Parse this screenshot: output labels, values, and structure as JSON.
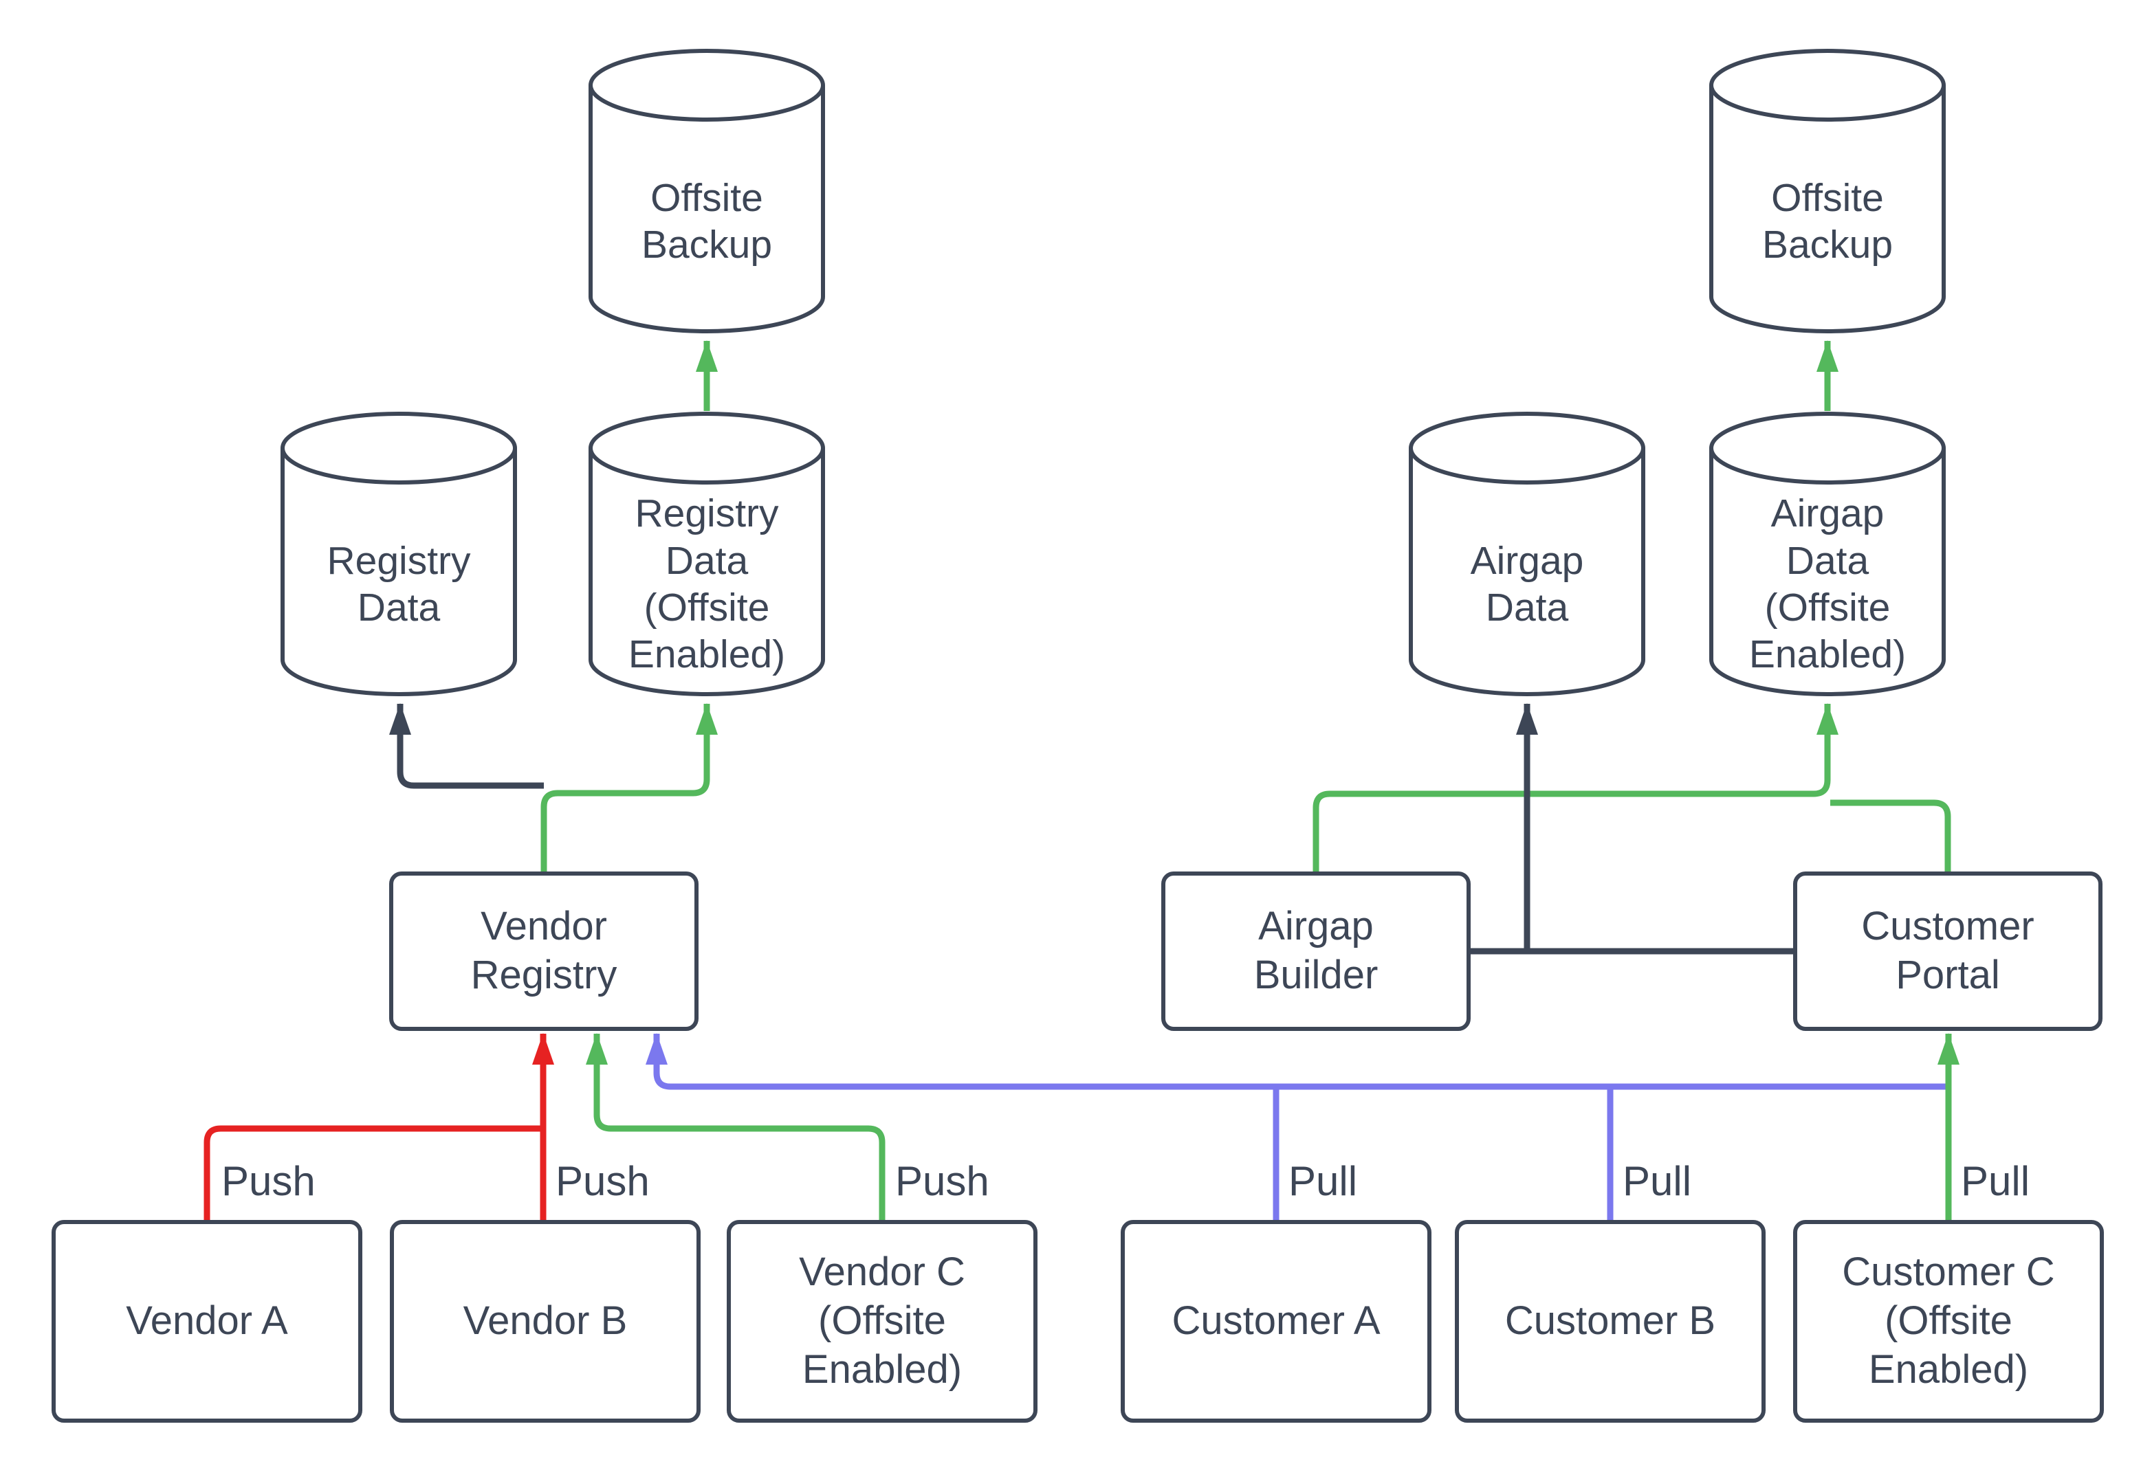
{
  "diagram": {
    "colors": {
      "stroke": "#3d4656",
      "text": "#3d4656",
      "green": "#54b85c",
      "red": "#e62222",
      "blue": "#7b78ee",
      "background": "#ffffff"
    },
    "nodes": {
      "offsiteBackupLeft": {
        "label": "Offsite\nBackup"
      },
      "registryData": {
        "label": "Registry\nData"
      },
      "registryDataOffsite": {
        "label": "Registry\nData\n(Offsite\nEnabled)"
      },
      "vendorRegistry": {
        "label": "Vendor\nRegistry"
      },
      "vendorA": {
        "label": "Vendor A"
      },
      "vendorB": {
        "label": "Vendor B"
      },
      "vendorC": {
        "label": "Vendor C\n(Offsite\nEnabled)"
      },
      "airgapData": {
        "label": "Airgap\nData"
      },
      "airgapDataOffsite": {
        "label": "Airgap\nData\n(Offsite\nEnabled)"
      },
      "airgapBuilder": {
        "label": "Airgap\nBuilder"
      },
      "customerPortal": {
        "label": "Customer\nPortal"
      },
      "offsiteBackupRight": {
        "label": "Offsite\nBackup"
      },
      "customerA": {
        "label": "Customer A"
      },
      "customerB": {
        "label": "Customer B"
      },
      "customerC": {
        "label": "Customer C\n(Offsite\nEnabled)"
      }
    },
    "edge_labels": {
      "push_vendor_a": "Push",
      "push_vendor_b": "Push",
      "push_vendor_c": "Push",
      "pull_customer_a": "Pull",
      "pull_customer_b": "Pull",
      "pull_customer_c": "Pull"
    }
  }
}
